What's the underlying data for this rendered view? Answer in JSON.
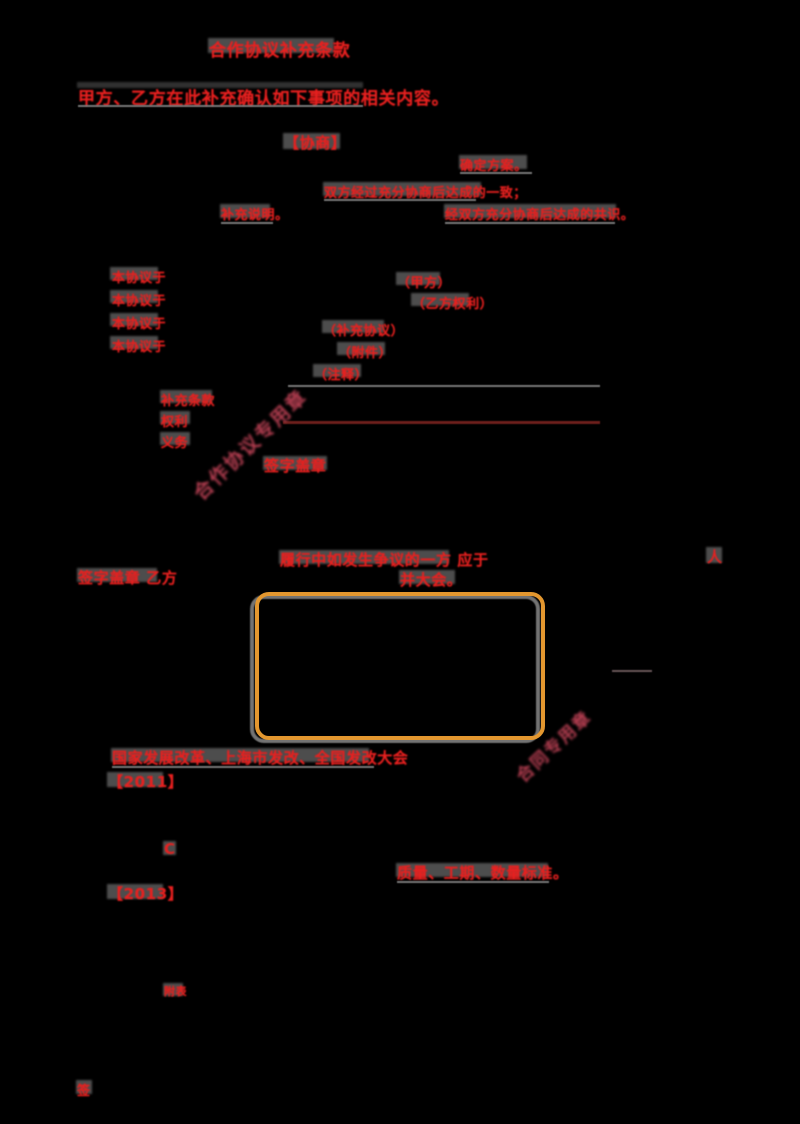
{
  "document": {
    "page_background": "#000000",
    "ink_red": "#e8201f",
    "ink_orange": "#e3972f",
    "ink_stamp": "#b73f52",
    "ink_gray": "#8c8c8c",
    "title": "合作协议补充条款",
    "subtitle": "甲方、乙方在此补充确认如下事项的相关内容。"
  },
  "annotations": {
    "bracket_1": "【协商】",
    "right_note_1": "确定方案。",
    "right_note_2": "双方经过充分协商后达成的一致；",
    "right_note_3": "经双方充分协商后达成的共识。",
    "left_note_1": "补充说明。"
  },
  "list_left": {
    "items": [
      "本协议于",
      "本协议于",
      "本协议于",
      "本协议于"
    ]
  },
  "terms_right": {
    "items": [
      "（甲方）",
      "（乙方权利）",
      "（补充协议）",
      "（附件）",
      "（注释）"
    ]
  },
  "terms_left": {
    "items": [
      "补充条款",
      "权利",
      "义务"
    ]
  },
  "stamps": {
    "diagonal_upper": "合作协议专用章",
    "diagonal_lower": "合同专用章"
  },
  "midsection": {
    "stamp_caption": "签字盖章",
    "signature_note_left": "签字盖章    乙方",
    "right_small_mark": "人"
  },
  "callout": {
    "heading": "履行中如发生争议的一方    应于",
    "subheading": "并大会。",
    "border_color": "#e3972f"
  },
  "footer": {
    "line_1": "国家发展改革、上海市发改、全国发改大会",
    "bracket_2": "【2011】",
    "mark_c": "C",
    "bracket_3": "【2013】",
    "mark_small": "附表",
    "right_note": "质量、工期、数量标准。",
    "corner_mark": "签"
  }
}
